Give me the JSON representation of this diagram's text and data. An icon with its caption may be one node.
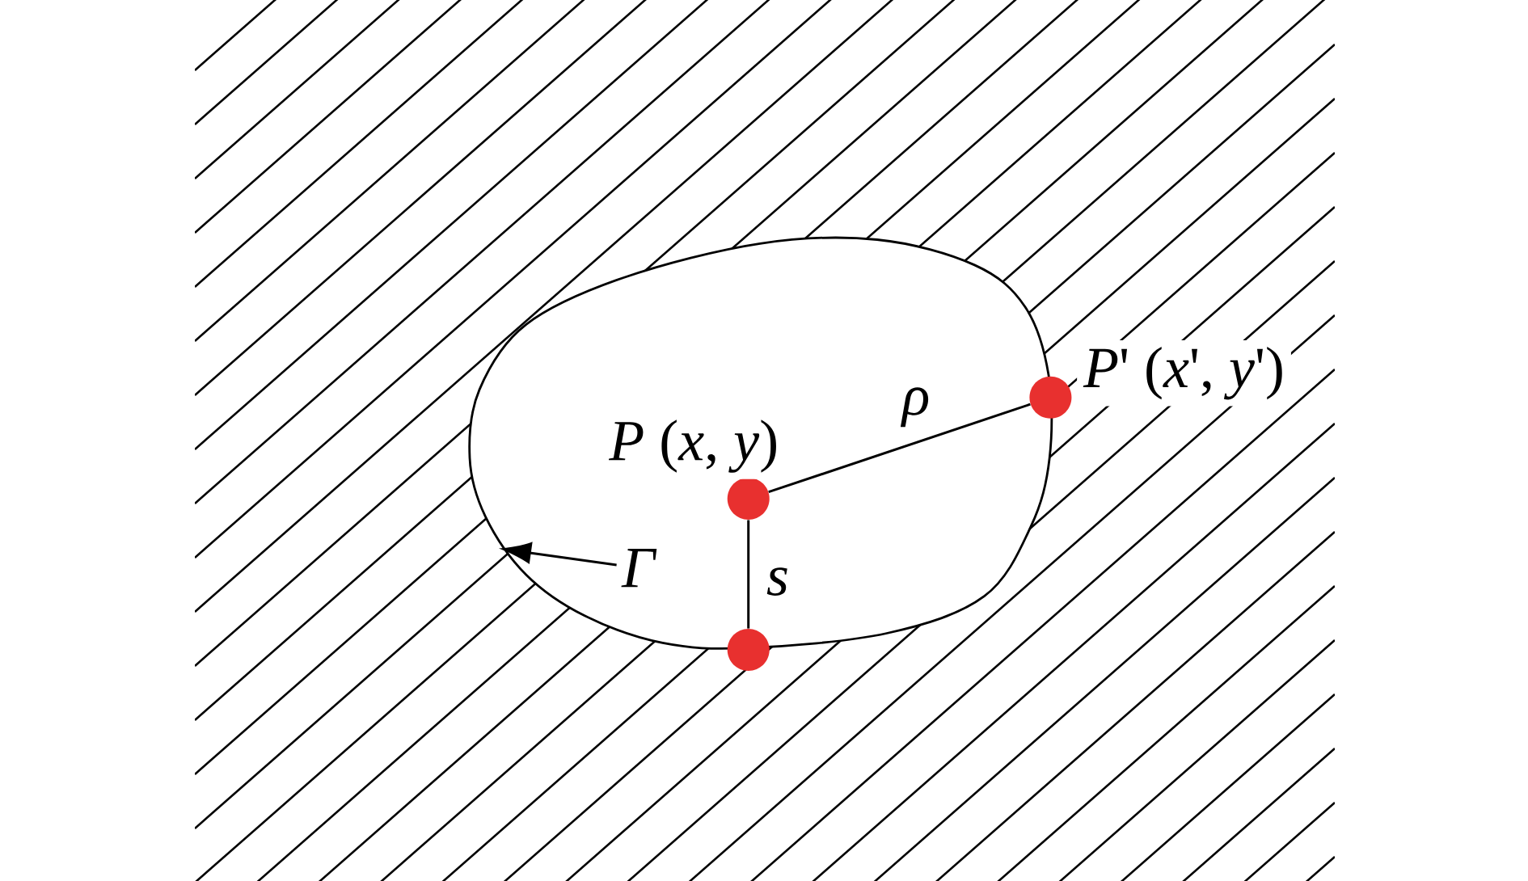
{
  "diagram": {
    "nodes": [
      {
        "text": [],
        "shape": "circle",
        "beside": [
          "*P* (*x*, *y*)"
        ]
      },
      {
        "text": [],
        "shape": "circle",
        "beside": [
          "*P*' (*x*', *y*')"
        ]
      },
      {
        "text": [],
        "shape": "circle"
      },
      {
        "text": [
          "Γ"
        ]
      }
    ],
    "edges": [
      {
        "from": 0,
        "to": 1,
        "arrow": "none",
        "label": "ρ"
      },
      {
        "from": 0,
        "to": 2,
        "arrow": "none",
        "label": "s"
      },
      {
        "from": 3,
        "to": null,
        "arrow": "to"
      }
    ]
  }
}
